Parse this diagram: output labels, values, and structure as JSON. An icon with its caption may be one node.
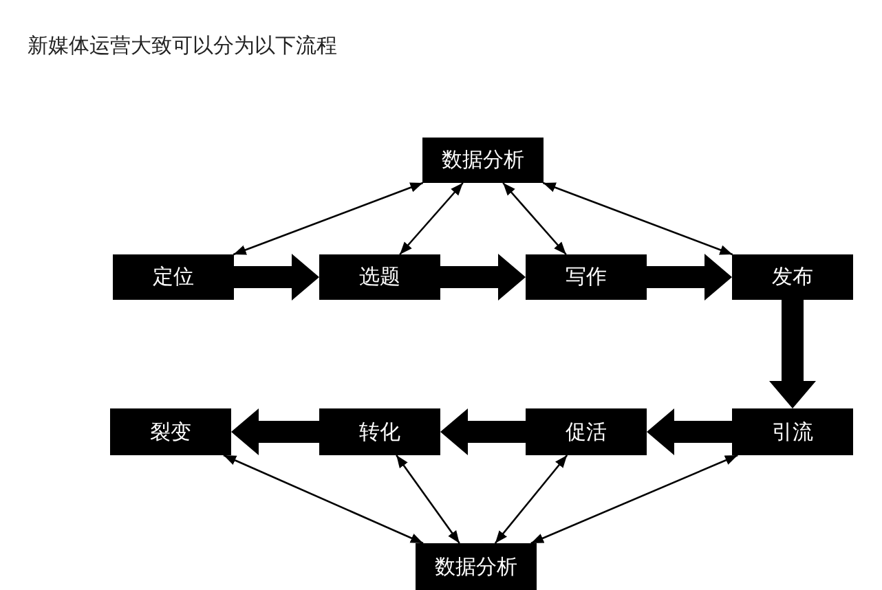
{
  "diagram": {
    "title": "新媒体运营大致可以分为以下流程",
    "nodes": [
      {
        "text": [
          "数据分析"
        ]
      },
      {
        "text": [
          "定位"
        ]
      },
      {
        "text": [
          "选题"
        ]
      },
      {
        "text": [
          "写作"
        ]
      },
      {
        "text": [
          "发布"
        ]
      },
      {
        "text": [
          "裂变"
        ]
      },
      {
        "text": [
          "转化"
        ]
      },
      {
        "text": [
          "促活"
        ]
      },
      {
        "text": [
          "引流"
        ]
      },
      {
        "text": [
          "数据分析"
        ]
      }
    ],
    "edges": [
      {
        "from": 1,
        "to": 2,
        "arrow": "to",
        "style": "thick"
      },
      {
        "from": 2,
        "to": 3,
        "arrow": "to",
        "style": "thick"
      },
      {
        "from": 3,
        "to": 4,
        "arrow": "to",
        "style": "thick"
      },
      {
        "from": 4,
        "to": 8,
        "arrow": "to",
        "style": "thick"
      },
      {
        "from": 8,
        "to": 7,
        "arrow": "to",
        "style": "thick"
      },
      {
        "from": 7,
        "to": 6,
        "arrow": "to",
        "style": "thick"
      },
      {
        "from": 6,
        "to": 5,
        "arrow": "to",
        "style": "thick"
      },
      {
        "from": 0,
        "to": 1,
        "arrow": "both"
      },
      {
        "from": 0,
        "to": 2,
        "arrow": "both"
      },
      {
        "from": 0,
        "to": 3,
        "arrow": "both"
      },
      {
        "from": 0,
        "to": 4,
        "arrow": "both"
      },
      {
        "from": 9,
        "to": 5,
        "arrow": "both"
      },
      {
        "from": 9,
        "to": 6,
        "arrow": "both"
      },
      {
        "from": 9,
        "to": 7,
        "arrow": "both"
      },
      {
        "from": 9,
        "to": 8,
        "arrow": "both"
      }
    ]
  }
}
